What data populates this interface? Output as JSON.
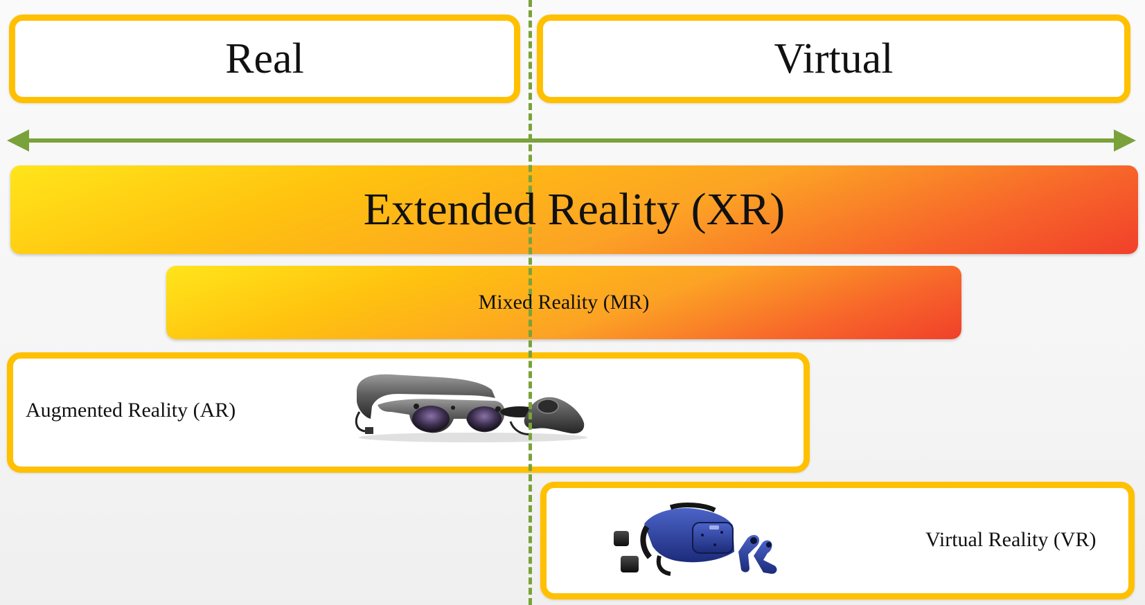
{
  "diagram": {
    "top_labels": {
      "real": "Real",
      "virtual": "Virtual"
    },
    "bars": {
      "xr": "Extended Reality (XR)",
      "mr": "Mixed Reality (MR)"
    },
    "boxes": {
      "ar": "Augmented Reality (AR)",
      "vr": "Virtual Reality (VR)"
    },
    "colors": {
      "box_border": "#ffc000",
      "arrow": "#7aa23a",
      "divider": "#7aa23a",
      "gradient_start": "#ffe51a",
      "gradient_end": "#f1402a"
    },
    "images": {
      "ar_device": "ar-headset-icon",
      "vr_device": "vr-headset-icon"
    }
  }
}
